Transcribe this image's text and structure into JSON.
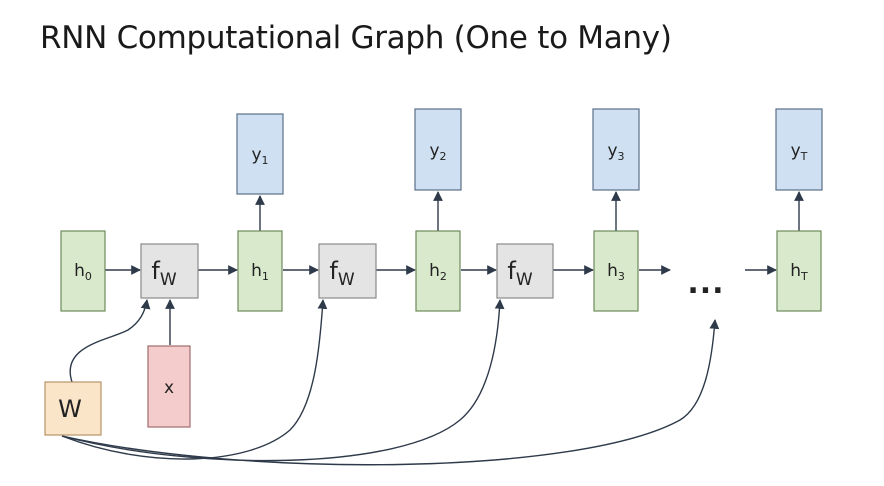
{
  "title": "RNN Computational Graph (One to Many)",
  "colors": {
    "hidden_fill": "#d8e9cc",
    "hidden_stroke": "#6e8a5a",
    "output_fill": "#cfe0f2",
    "output_stroke": "#5b6f86",
    "func_fill": "#e4e4e4",
    "func_stroke": "#8a8a8a",
    "input_fill": "#f4cccc",
    "input_stroke": "#a06a6a",
    "weight_fill": "#fbe5c9",
    "weight_stroke": "#b89468",
    "arrow": "#2e3a4a"
  },
  "nodes": {
    "h0": {
      "base": "h",
      "sub": "0"
    },
    "h1": {
      "base": "h",
      "sub": "1"
    },
    "h2": {
      "base": "h",
      "sub": "2"
    },
    "h3": {
      "base": "h",
      "sub": "3"
    },
    "hT": {
      "base": "h",
      "sub": "T"
    },
    "y1": {
      "base": "y",
      "sub": "1"
    },
    "y2": {
      "base": "y",
      "sub": "2"
    },
    "y3": {
      "base": "y",
      "sub": "3"
    },
    "yT": {
      "base": "y",
      "sub": "T"
    },
    "f1": {
      "base": "f",
      "sub": "W"
    },
    "f2": {
      "base": "f",
      "sub": "W"
    },
    "f3": {
      "base": "f",
      "sub": "W"
    },
    "x": {
      "label": "x"
    },
    "W": {
      "label": "W"
    },
    "ellipsis": "..."
  }
}
